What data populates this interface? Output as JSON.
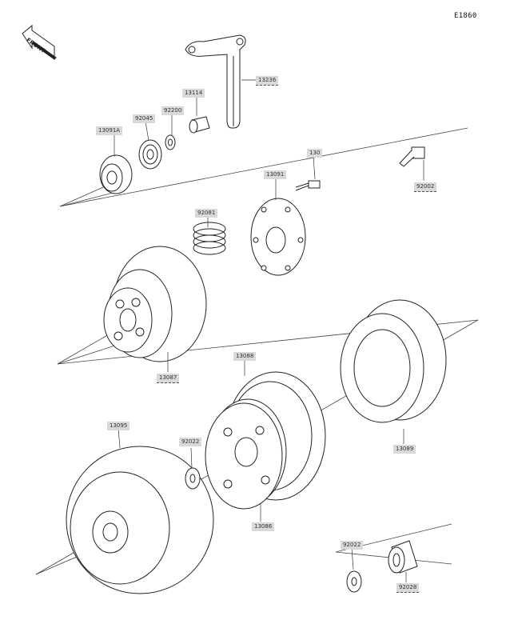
{
  "diagram": {
    "code": "E1860",
    "front_label": "FRONT",
    "callouts": {
      "p13236": "13236",
      "p13114": "13114",
      "p92200": "92200",
      "p92045": "92045",
      "p13091A": "13091A",
      "p130": "130",
      "p92002": "92002",
      "p13091": "13091",
      "p92081": "92081",
      "p13088": "13088",
      "p13087": "13087",
      "p13089": "13089",
      "p13095": "13095",
      "p92022a": "92022",
      "p13086": "13086",
      "p92022b": "92022",
      "p92028": "92028"
    }
  }
}
